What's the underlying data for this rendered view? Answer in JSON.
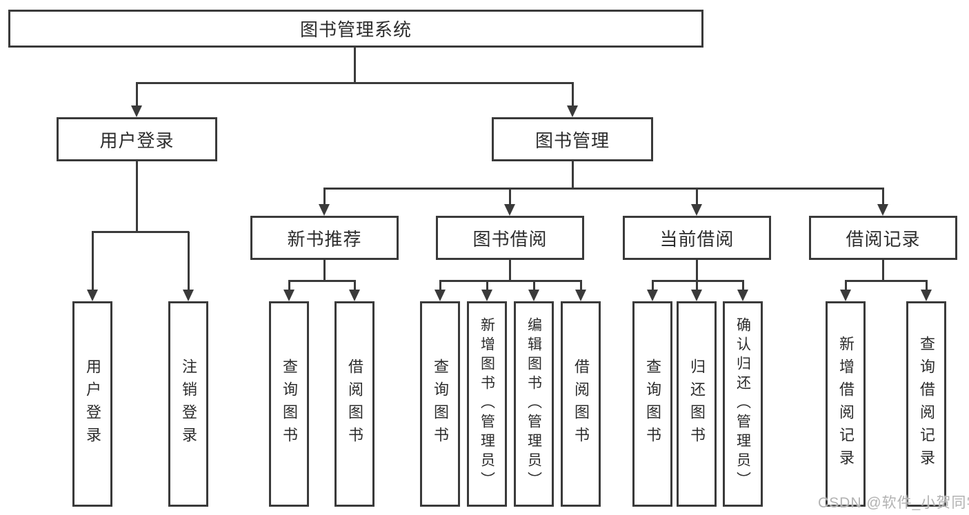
{
  "tree": {
    "root": {
      "label": "图书管理系统"
    },
    "branches": [
      {
        "label": "用户登录",
        "leaves": [
          {
            "label": "用户登录"
          },
          {
            "label": "注销登录"
          }
        ]
      },
      {
        "label": "图书管理",
        "groups": [
          {
            "label": "新书推荐",
            "leaves": [
              {
                "label": "查询图书"
              },
              {
                "label": "借阅图书"
              }
            ]
          },
          {
            "label": "图书借阅",
            "leaves": [
              {
                "label": "查询图书"
              },
              {
                "label": "新增图书（管理员）"
              },
              {
                "label": "编辑图书（管理员）"
              },
              {
                "label": "借阅图书"
              }
            ]
          },
          {
            "label": "当前借阅",
            "leaves": [
              {
                "label": "查询图书"
              },
              {
                "label": "归还图书"
              },
              {
                "label": "确认归还（管理员）"
              }
            ]
          },
          {
            "label": "借阅记录",
            "leaves": [
              {
                "label": "新增借阅记录"
              },
              {
                "label": "查询借阅记录"
              }
            ]
          }
        ]
      }
    ]
  },
  "watermark": {
    "text": "CSDN @软件_小贺同学"
  },
  "colors": {
    "line": "#3a3a3a",
    "text": "#2c2c2c",
    "watermark": "#b2b2b2",
    "background": "#ffffff"
  }
}
